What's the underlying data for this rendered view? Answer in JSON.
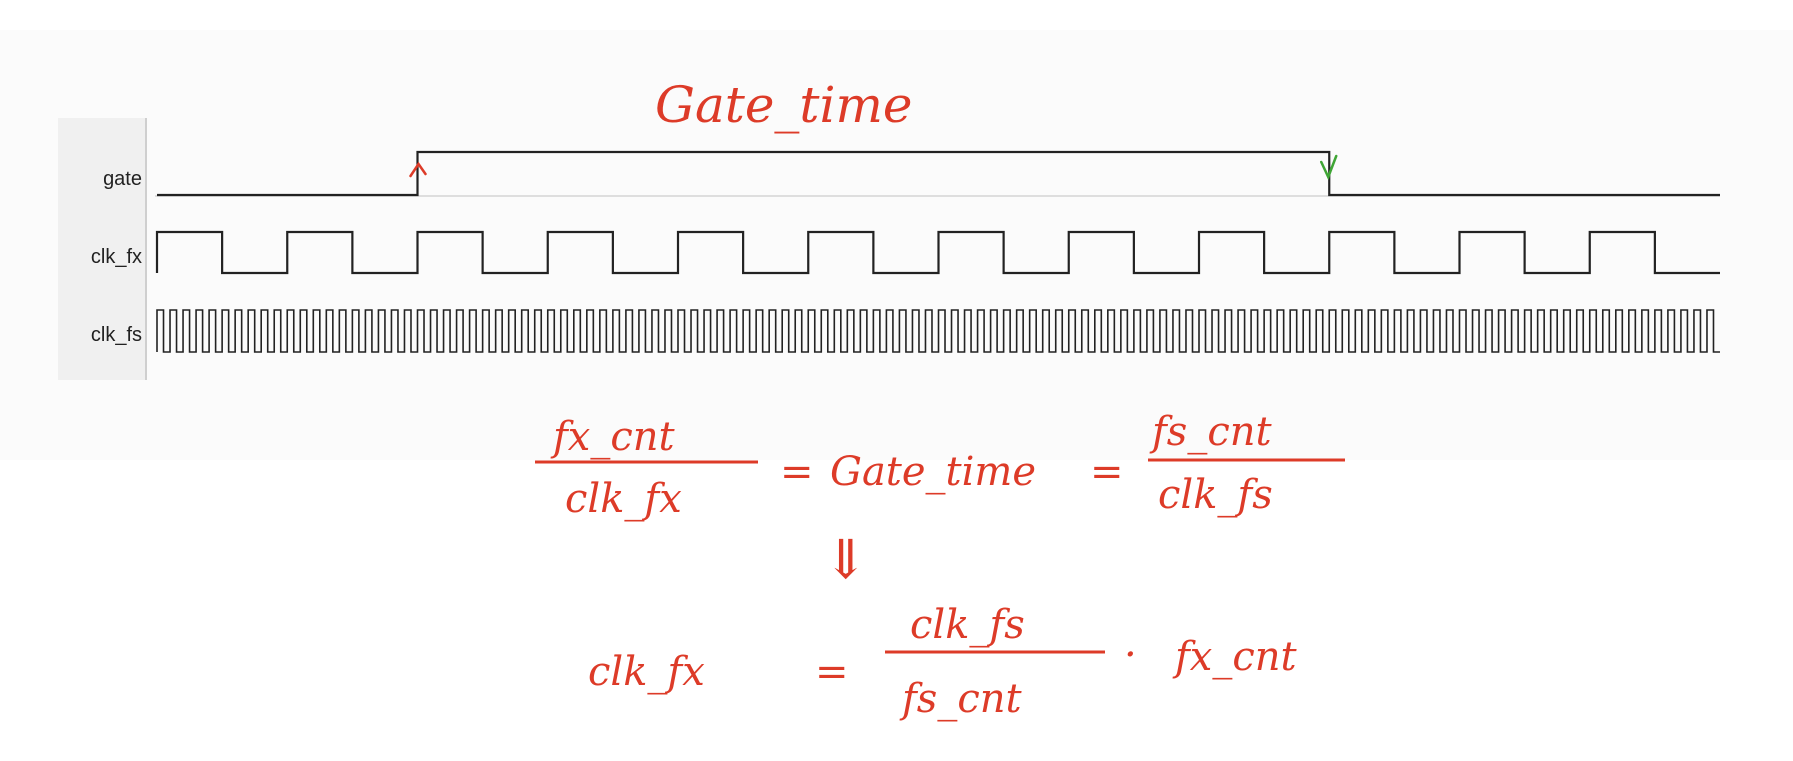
{
  "signals": [
    {
      "name": "gate"
    },
    {
      "name": "clk_fx"
    },
    {
      "name": "clk_fs"
    }
  ],
  "waveform": {
    "gate_rise_cycle": 2,
    "gate_fall_cycle": 9,
    "clk_fx_cycles": 12,
    "clk_fs_cycles": 120
  },
  "annotations": {
    "gate_time_label": "Gate_time",
    "eq1_left_num": "fx_cnt",
    "eq1_left_den": "clk_fx",
    "eq1_mid": "Gate_time",
    "eq1_right_num": "fs_cnt",
    "eq1_right_den": "clk_fs",
    "eq2_lhs": "clk_fx",
    "eq2_num": "clk_fs",
    "eq2_den": "fs_cnt",
    "eq2_factor": "fx_cnt",
    "equals": "=",
    "implies": "⇓",
    "dot": "·"
  },
  "colors": {
    "trace": "#222222",
    "ink": "#dd3b28",
    "rise_mark": "#dd3b28",
    "fall_mark": "#3fa535",
    "panel": "#f0f0f0",
    "baseline": "#d4d4d4"
  }
}
